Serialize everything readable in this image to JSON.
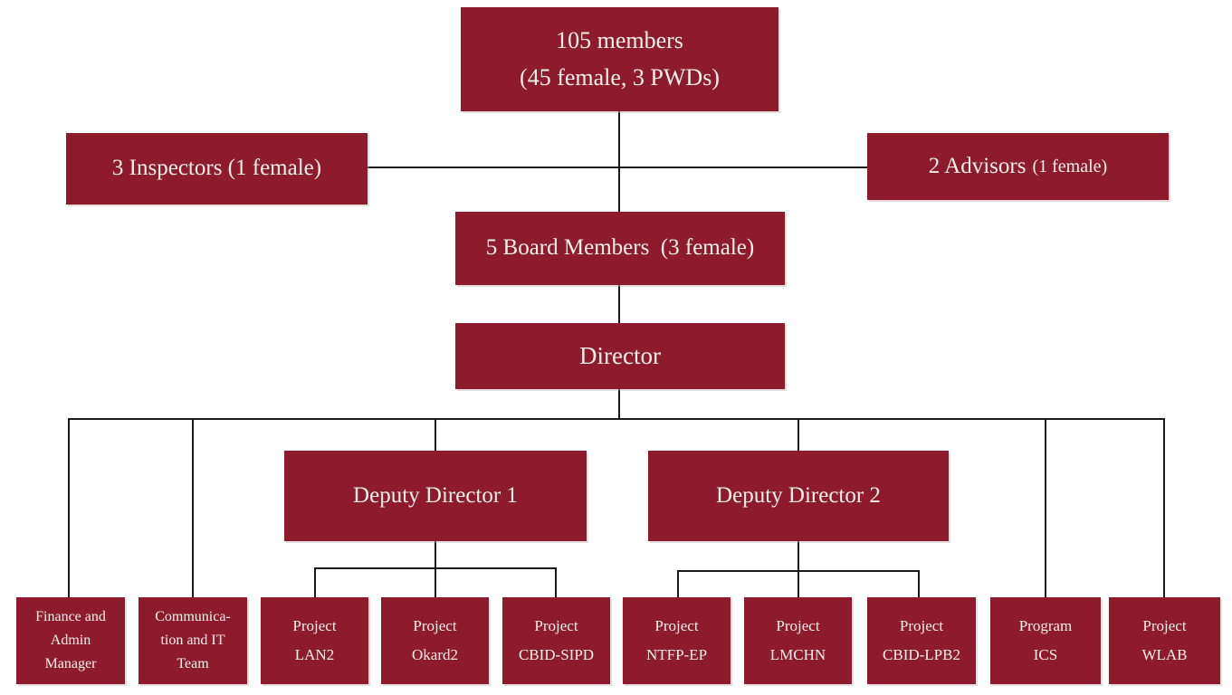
{
  "chart": {
    "type": "org-chart",
    "title": "",
    "colors": {
      "box_fill": "#8d1b2c",
      "box_text": "#f5f1ea",
      "connector_line": "#1a1a1a",
      "background": "#ffffff"
    },
    "nodes": {
      "members": {
        "lines": [
          "105 members",
          "(45 female, 3 PWDs)"
        ]
      },
      "inspectors": {
        "label": "3 Inspectors (1 female)"
      },
      "advisors": {
        "main": "2 Advisors",
        "sub": "(1 female)"
      },
      "board": {
        "label": "5 Board Members  (3 female)"
      },
      "director": {
        "label": "Director"
      },
      "deputy1": {
        "label": "Deputy Director 1"
      },
      "deputy2": {
        "label": "Deputy Director 2"
      },
      "finance": {
        "lines": [
          "Finance and",
          "Admin",
          "Manager"
        ]
      },
      "comms": {
        "lines": [
          "Communica-",
          "tion and IT",
          "Team"
        ]
      },
      "lan2": {
        "lines": [
          "Project",
          "LAN2"
        ]
      },
      "okard2": {
        "lines": [
          "Project",
          "Okard2"
        ]
      },
      "cbid_sipd": {
        "lines": [
          "Project",
          "CBID-SIPD"
        ]
      },
      "ntfp_ep": {
        "lines": [
          "Project",
          "NTFP-EP"
        ]
      },
      "lmchn": {
        "lines": [
          "Project",
          "LMCHN"
        ]
      },
      "cbid_lpb2": {
        "lines": [
          "Project",
          "CBID-LPB2"
        ]
      },
      "ics": {
        "lines": [
          "Program",
          "ICS"
        ]
      },
      "wlab": {
        "lines": [
          "Project",
          "WLAB"
        ]
      }
    },
    "edges": [
      "members-board",
      "inspectors-trunk",
      "advisors-trunk",
      "board-director",
      "director-rail",
      "rail-finance",
      "rail-comms",
      "rail-deputy1",
      "rail-deputy2",
      "rail-ics",
      "rail-wlab",
      "deputy1-lan2",
      "deputy1-okard2",
      "deputy1-cbid_sipd",
      "deputy2-ntfp_ep",
      "deputy2-lmchn",
      "deputy2-cbid_lpb2"
    ]
  }
}
